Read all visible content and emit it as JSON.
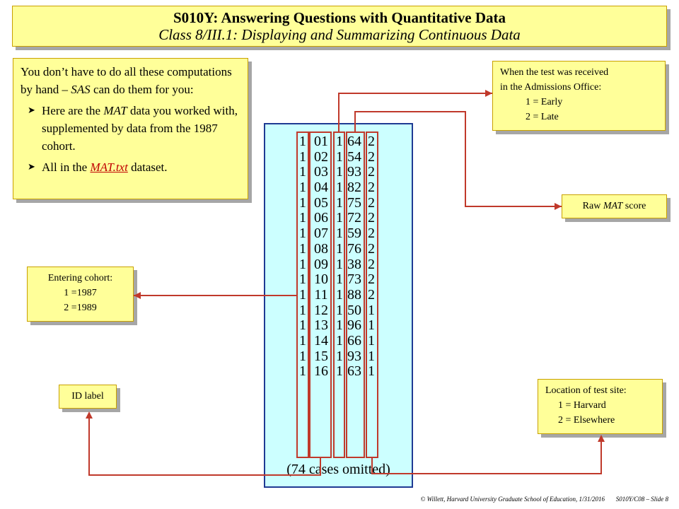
{
  "title": {
    "main": "S010Y: Answering Questions with Quantitative Data",
    "sub": "Class 8/III.1: Displaying and Summarizing Continuous Data"
  },
  "intro": {
    "line1_a": "You don’t have to do all these computations by hand – ",
    "line1_sas": "SAS",
    "line1_b": " can do them for you:",
    "bullet1_a": "Here are the ",
    "bullet1_mat": "MAT",
    "bullet1_b": " data you worked with, supplemented by data from the 1987 cohort.",
    "bullet2_a": "All in the ",
    "bullet2_link": "MAT.txt",
    "bullet2_b": " dataset."
  },
  "callouts": {
    "received": {
      "line1": "When the test was received",
      "line2": "in the Admissions Office:",
      "opt1": "1 = Early",
      "opt2": "2 = Late"
    },
    "raw": {
      "a": "Raw ",
      "mat": "MAT",
      "b": " score"
    },
    "cohort": {
      "line1": "Entering cohort:",
      "opt1": "1 =1987",
      "opt2": "2 =1989"
    },
    "id": {
      "label": "ID label"
    },
    "site": {
      "line1": "Location of test site:",
      "opt1": "1 = Harvard",
      "opt2": "2 = Elsewhere"
    }
  },
  "table_rows": [
    [
      "1",
      "01",
      "1",
      "64",
      "2"
    ],
    [
      "1",
      "02",
      "1",
      "54",
      "2"
    ],
    [
      "1",
      "03",
      "1",
      "93",
      "2"
    ],
    [
      "1",
      "04",
      "1",
      "82",
      "2"
    ],
    [
      "1",
      "05",
      "1",
      "75",
      "2"
    ],
    [
      "1",
      "06",
      "1",
      "72",
      "2"
    ],
    [
      "1",
      "07",
      "1",
      "59",
      "2"
    ],
    [
      "1",
      "08",
      "1",
      "76",
      "2"
    ],
    [
      "1",
      "09",
      "1",
      "38",
      "2"
    ],
    [
      "1",
      "10",
      "1",
      "73",
      "2"
    ],
    [
      "1",
      "11",
      "1",
      "88",
      "2"
    ],
    [
      "1",
      "12",
      "1",
      "50",
      "1"
    ],
    [
      "1",
      "13",
      "1",
      "96",
      "1"
    ],
    [
      "1",
      "14",
      "1",
      "66",
      "1"
    ],
    [
      "1",
      "15",
      "1",
      "93",
      "1"
    ],
    [
      "1",
      "16",
      "1",
      "63",
      "1"
    ]
  ],
  "omitted_note": "(74 cases omitted)",
  "footer": {
    "left": "© Willett, Harvard University Graduate School of Education, 1/31/2016",
    "right": "S010Y/C08 – Slide 8"
  },
  "colors": {
    "callout_fill": "#ffff99",
    "panel_fill": "#ccffff",
    "connector": "#c0392b"
  }
}
